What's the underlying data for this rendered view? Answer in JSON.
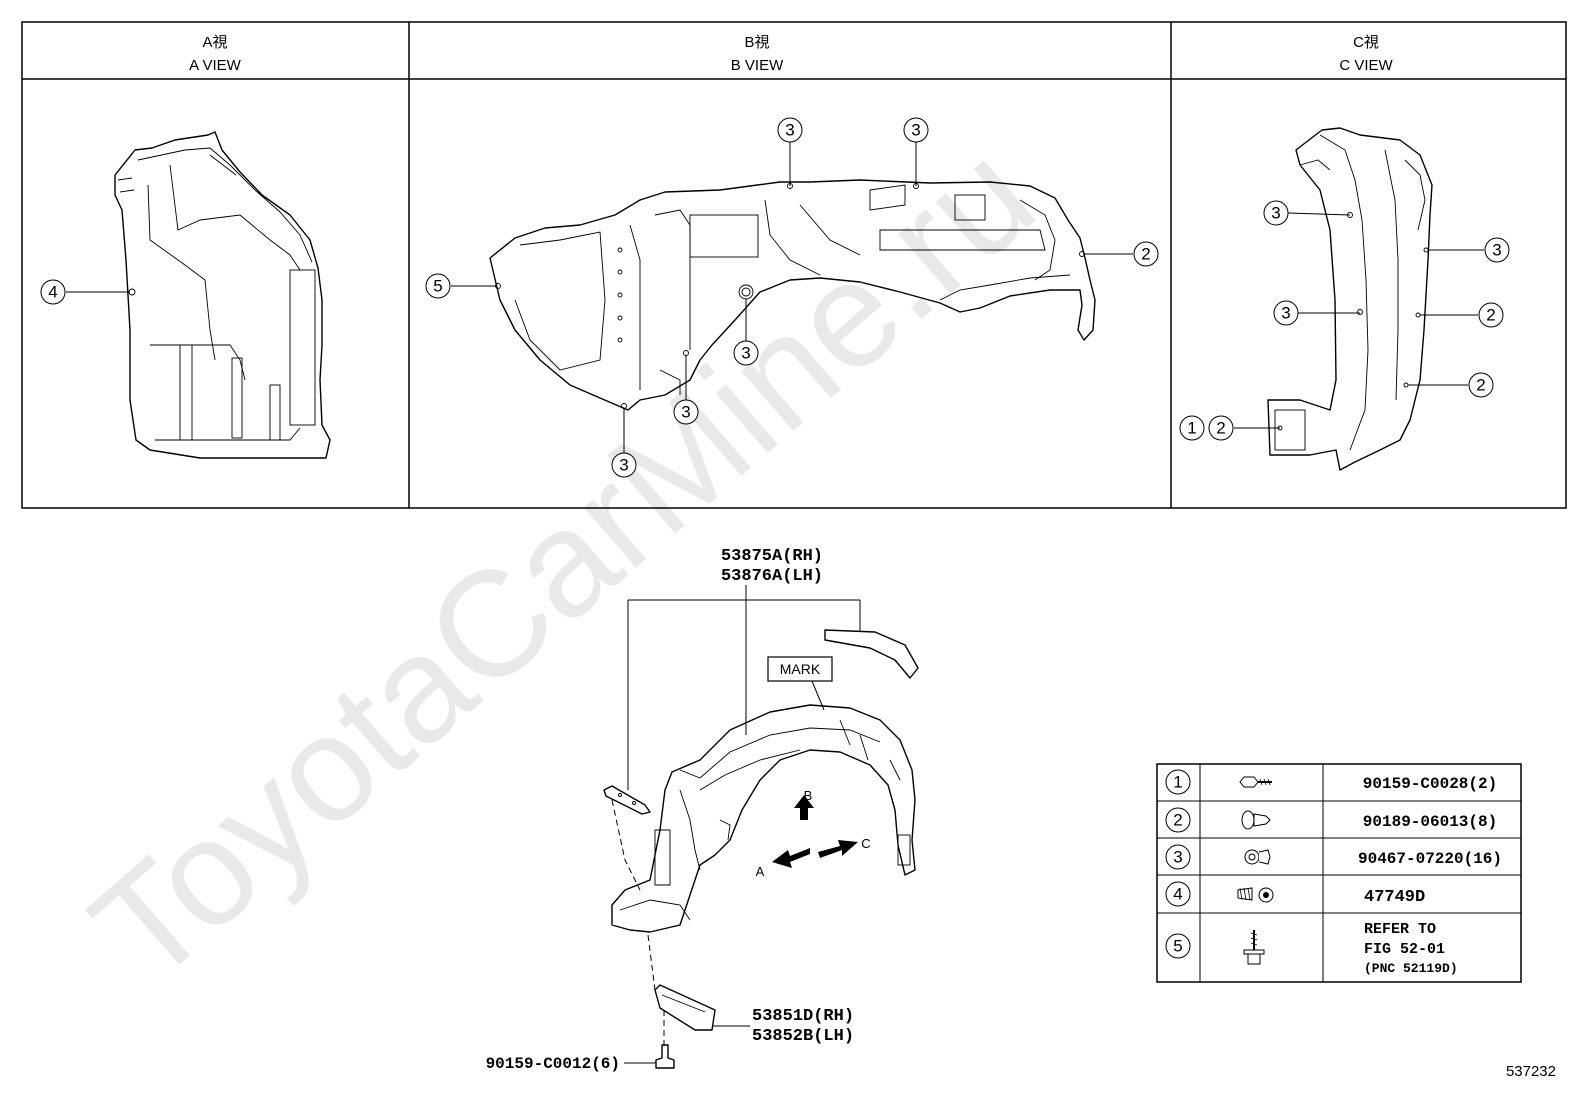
{
  "views": [
    {
      "label_jp": "A視",
      "label_en": "A VIEW"
    },
    {
      "label_jp": "B視",
      "label_en": "B VIEW"
    },
    {
      "label_jp": "C視",
      "label_en": "C VIEW"
    }
  ],
  "callouts": {
    "a": [
      "4"
    ],
    "b": [
      "3",
      "3",
      "2",
      "5",
      "3",
      "3",
      "3"
    ],
    "c": [
      "3",
      "3",
      "3",
      "2",
      "2",
      "1",
      "2"
    ]
  },
  "parts": {
    "liner_rh": "53875A(RH)",
    "liner_lh": "53876A(LH)",
    "mark_label": "MARK",
    "arrow_a": "A",
    "arrow_b": "B",
    "arrow_c": "C",
    "bracket_rh": "53851D(RH)",
    "bracket_lh": "53852B(LH)",
    "bolt": "90159-C0012(6)"
  },
  "legend": [
    {
      "num": "1",
      "part": "90159-C0028(2)",
      "icon": "bolt-icon"
    },
    {
      "num": "2",
      "part": "90189-06013(8)",
      "icon": "clip-icon"
    },
    {
      "num": "3",
      "part": "90467-07220(16)",
      "icon": "push-clip-icon"
    },
    {
      "num": "4",
      "part": "47749D",
      "icon": "screw-grommet-icon"
    },
    {
      "num": "5",
      "part_lines": [
        "REFER TO",
        "FIG 52-01",
        "(PNC 52119D)"
      ],
      "icon": "flange-bolt-icon"
    }
  ],
  "watermark": "ToyotaCarMine.ru",
  "figure_id": "537232"
}
